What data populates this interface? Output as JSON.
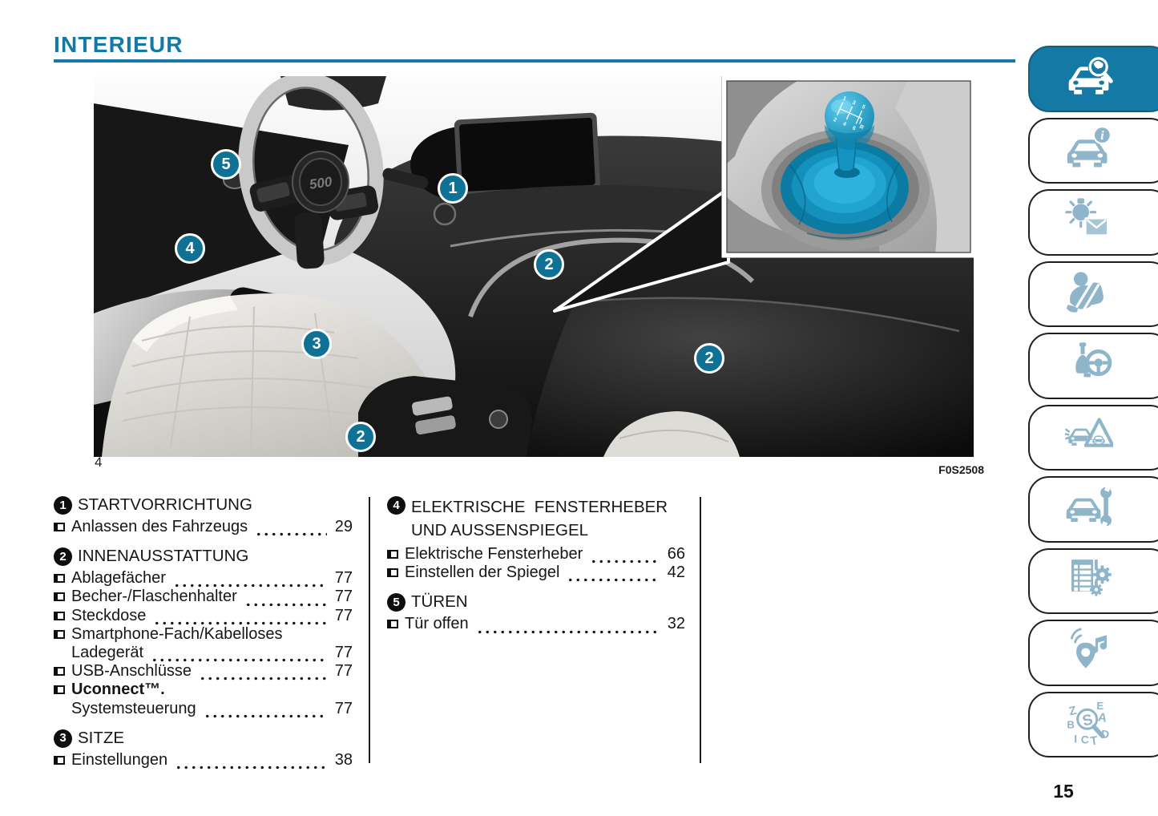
{
  "page": {
    "title": "INTERIEUR",
    "number": "15"
  },
  "figure": {
    "number": "4",
    "code": "F0S2508",
    "wheel_logo": "500",
    "inset_gear_labels": [
      "1",
      "3",
      "5",
      "2",
      "4",
      "6",
      "R"
    ],
    "callouts": [
      {
        "id": "callout-5",
        "label": "5"
      },
      {
        "id": "callout-4",
        "label": "4"
      },
      {
        "id": "callout-1",
        "label": "1"
      },
      {
        "id": "callout-2-console",
        "label": "2"
      },
      {
        "id": "callout-3",
        "label": "3"
      },
      {
        "id": "callout-2-switches",
        "label": "2"
      },
      {
        "id": "callout-2-glovebox",
        "label": "2"
      }
    ]
  },
  "toc": {
    "columns": [
      {
        "sections": [
          {
            "num": "1",
            "title_lines": [
              "STARTVORRICHTUNG"
            ],
            "items": [
              {
                "bullet": true,
                "label": "Anlassen des Fahrzeugs",
                "page": "29"
              }
            ]
          },
          {
            "num": "2",
            "title_lines": [
              "INNENAUSSTATTUNG"
            ],
            "items": [
              {
                "bullet": true,
                "label": "Ablagefächer",
                "page": "77"
              },
              {
                "bullet": true,
                "label": "Becher-/Flaschenhalter",
                "page": "77"
              },
              {
                "bullet": true,
                "label": "Steckdose",
                "page": "77"
              },
              {
                "bullet": true,
                "label": "Smartphone-Fach/Kabelloses",
                "page": null
              },
              {
                "bullet": false,
                "label": "Ladegerät",
                "page": "77"
              },
              {
                "bullet": true,
                "label": "USB-Anschlüsse",
                "page": "77"
              },
              {
                "bullet": true,
                "label": "Uconnect™.",
                "page": null,
                "bold": true
              },
              {
                "bullet": false,
                "label": "Systemsteuerung",
                "page": "77"
              }
            ]
          },
          {
            "num": "3",
            "title_lines": [
              "SITZE"
            ],
            "items": [
              {
                "bullet": true,
                "label": "Einstellungen",
                "page": "38"
              }
            ]
          }
        ]
      },
      {
        "sections": [
          {
            "num": "4",
            "title_lines": [
              "ELEKTRISCHE  FENSTERHEBER",
              "UND AUSSENSPIEGEL"
            ],
            "items": [
              {
                "bullet": true,
                "label": "Elektrische Fensterheber",
                "page": "66"
              },
              {
                "bullet": true,
                "label": "Einstellen der Spiegel",
                "page": "42"
              }
            ]
          },
          {
            "num": "5",
            "title_lines": [
              "TÜREN"
            ],
            "items": [
              {
                "bullet": true,
                "label": "Tür offen",
                "page": "32"
              }
            ]
          }
        ]
      }
    ]
  },
  "sidebar": {
    "items": [
      {
        "icon": "car-search-icon",
        "active": true
      },
      {
        "icon": "car-info-icon",
        "active": false
      },
      {
        "icon": "warning-lamp-mail-icon",
        "active": false
      },
      {
        "icon": "seatbelt-safety-icon",
        "active": false
      },
      {
        "icon": "gearshift-steering-icon",
        "active": false
      },
      {
        "icon": "emergency-triangle-icon",
        "active": false
      },
      {
        "icon": "car-service-icon",
        "active": false
      },
      {
        "icon": "technical-data-icon",
        "active": false
      },
      {
        "icon": "multimedia-icon",
        "active": false
      },
      {
        "icon": "index-search-icon",
        "active": false
      }
    ]
  },
  "colors": {
    "brand": "#147AA5",
    "icon_blue": "#8FB5CB",
    "callout": "#0F7295",
    "shifter_blue": "#1BA3CF"
  }
}
